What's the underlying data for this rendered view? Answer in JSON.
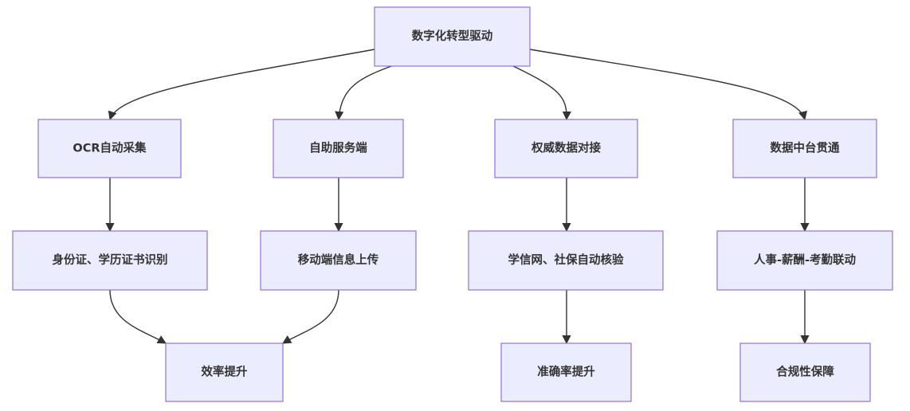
{
  "nodes": {
    "root": "数字化转型驱动",
    "ocr": "OCR自动采集",
    "selfservice": "自助服务端",
    "authority": "权威数据对接",
    "datacenter": "数据中台贯通",
    "idcert": "身份证、学历证书识别",
    "mobile": "移动端信息上传",
    "xuexin": "学信网、社保自动核验",
    "hrlink": "人事-薪酬-考勤联动",
    "efficiency": "效率提升",
    "accuracy": "准确率提升",
    "compliance": "合规性保障"
  },
  "colors": {
    "node_fill": "#ececff",
    "node_stroke": "#9370db",
    "edge": "#333333",
    "text": "#333333"
  }
}
